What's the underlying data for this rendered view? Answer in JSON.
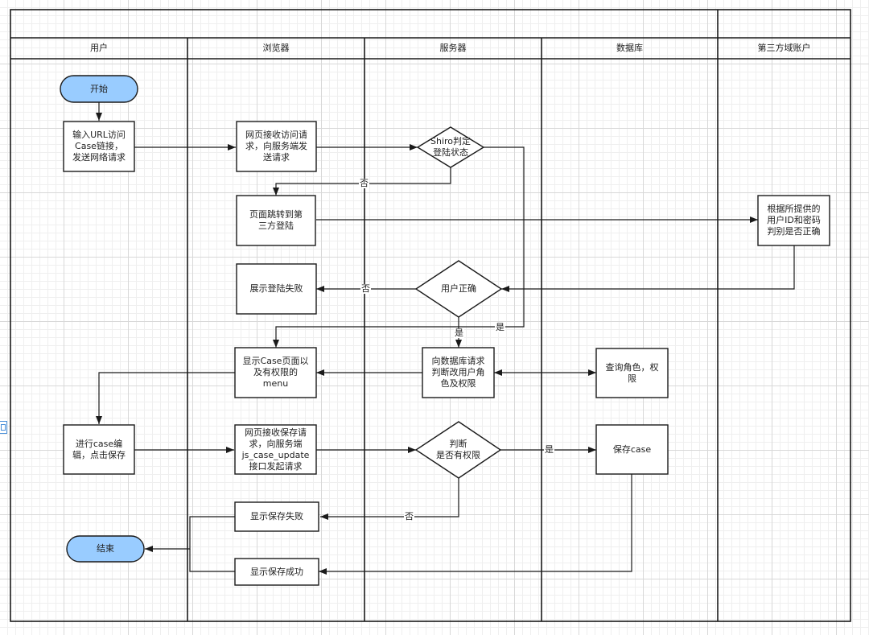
{
  "lanes": [
    {
      "id": "user",
      "label": "用户"
    },
    {
      "id": "browser",
      "label": "浏览器"
    },
    {
      "id": "server",
      "label": "服务器"
    },
    {
      "id": "database",
      "label": "数据库"
    },
    {
      "id": "third_party",
      "label": "第三方域账户"
    }
  ],
  "nodes": {
    "start": "开始",
    "input_url": "输入URL访问\nCase链接，\n发送网络请求",
    "receive_request": "网页接收访问请\n求，向服务端发\n送请求",
    "shiro_check": "Shiro判定\n登陆状态",
    "redirect_login": "页面跳转到第\n三方登陆",
    "verify_account": "根据所提供的\n用户ID和密码\n判别是否正确",
    "user_correct": "用户正确",
    "show_login_fail": "展示登陆失败",
    "show_case_page": "显示Case页面以\n及有权限的\nmenu",
    "request_db": "向数据库请求\n判断改用户角\n色及权限",
    "query_role": "查询角色，权\n限",
    "edit_case": "进行case编\n辑，点击保存",
    "receive_save": "网页接收保存请\n求，向服务端\njs_case_update\n接口发起请求",
    "check_permission": "判断\n是否有权限",
    "save_case": "保存case",
    "show_save_fail": "显示保存失败",
    "end": "结束",
    "show_save_success": "显示保存成功"
  },
  "edge_labels": {
    "no_1": "否",
    "no_2": "否",
    "yes_1": "是",
    "yes_2": "是",
    "yes_3": "是",
    "no_3": "否"
  },
  "colors": {
    "terminal_fill": "#99ccff",
    "line": "#1a1a1a",
    "side_handle": "#4a8fd8"
  }
}
